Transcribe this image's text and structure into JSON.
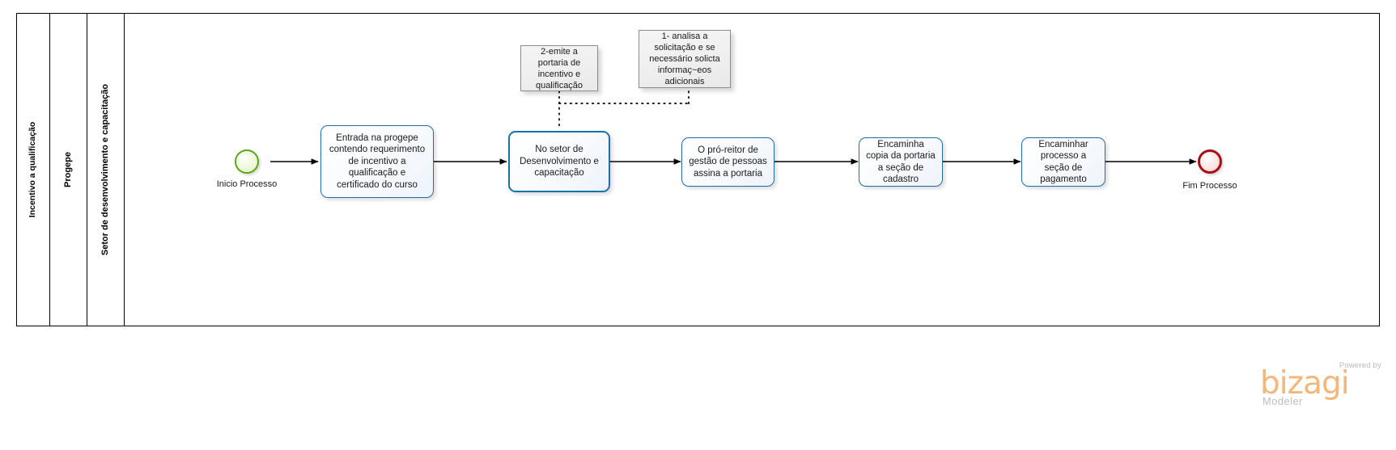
{
  "diagram": {
    "type": "bpmn-process-diagram",
    "pool_title": "Incentivo a qualificação",
    "lanes": [
      {
        "label": "Progepe"
      },
      {
        "label": "Setor de desenvolvimento e capacitação"
      }
    ],
    "events": [
      {
        "id": "start",
        "kind": "start-event",
        "label": "Inicio Processo",
        "color": "#5aa716"
      },
      {
        "id": "end",
        "kind": "end-event",
        "label": "Fim Processo",
        "color": "#a40f18"
      }
    ],
    "tasks": [
      {
        "id": "task1",
        "label": "Entrada na progepe contendo requerimento de incentivo a qualificação e certificado do curso",
        "selected": false
      },
      {
        "id": "task2",
        "label": "No setor de Desenvolvimento e capacitação",
        "selected": true
      },
      {
        "id": "task3",
        "label": "O pró-reitor de gestão de pessoas assina a portaria",
        "selected": false
      },
      {
        "id": "task4",
        "label": "Encaminha copia da portaria a seção de cadastro",
        "selected": false
      },
      {
        "id": "task5",
        "label": "Encaminhar processo a seção de pagamento",
        "selected": false
      }
    ],
    "annotations": [
      {
        "id": "note2",
        "label": "2-emite a portaria de incentivo e qualificação"
      },
      {
        "id": "note1",
        "label": "1- analisa a solicitação e se necessário solicta informaç~eos adicionais"
      }
    ],
    "accent_color": "#1f6ea8"
  },
  "branding": {
    "powered_by": "Powered by",
    "product": "bizagi",
    "edition": "Modeler",
    "brand_color": "#f3b77c"
  }
}
